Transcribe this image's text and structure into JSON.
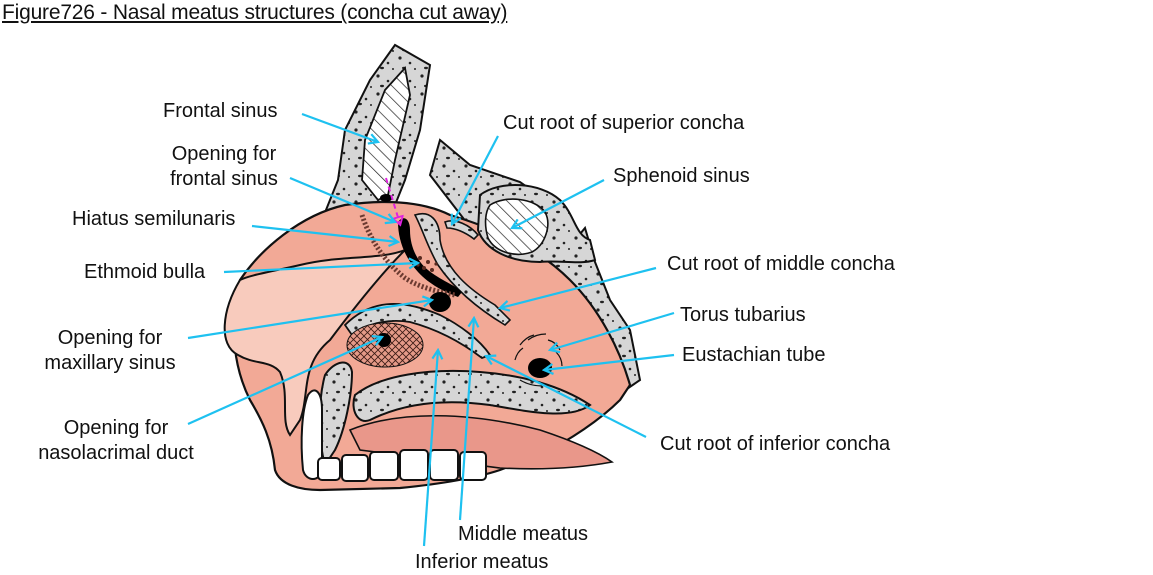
{
  "title": "Figure726 - Nasal meatus structures (concha cut away)",
  "colors": {
    "mucosa": "#f2a996",
    "mucosa_light": "#f8cbbd",
    "bone": "#d6d6d6",
    "outline": "#111111",
    "arrow": "#1ec1f0",
    "guide_arrow": "#e022e0",
    "opening": "#000000"
  },
  "labels": {
    "frontal_sinus": "Frontal sinus",
    "opening_frontal_line1": "Opening for",
    "opening_frontal_line2": "frontal sinus",
    "hiatus_semilunaris": "Hiatus semilunaris",
    "ethmoid_bulla": "Ethmoid bulla",
    "opening_maxillary_line1": "Opening for",
    "opening_maxillary_line2": "maxillary sinus",
    "opening_nasolacrimal_line1": "Opening for",
    "opening_nasolacrimal_line2": "nasolacrimal duct",
    "cut_root_superior": "Cut root of superior concha",
    "sphenoid_sinus": "Sphenoid sinus",
    "cut_root_middle": "Cut root of middle concha",
    "torus_tubarius": "Torus tubarius",
    "eustachian_tube": "Eustachian tube",
    "cut_root_inferior": "Cut root of inferior concha",
    "middle_meatus": "Middle meatus",
    "inferior_meatus": "Inferior meatus"
  }
}
